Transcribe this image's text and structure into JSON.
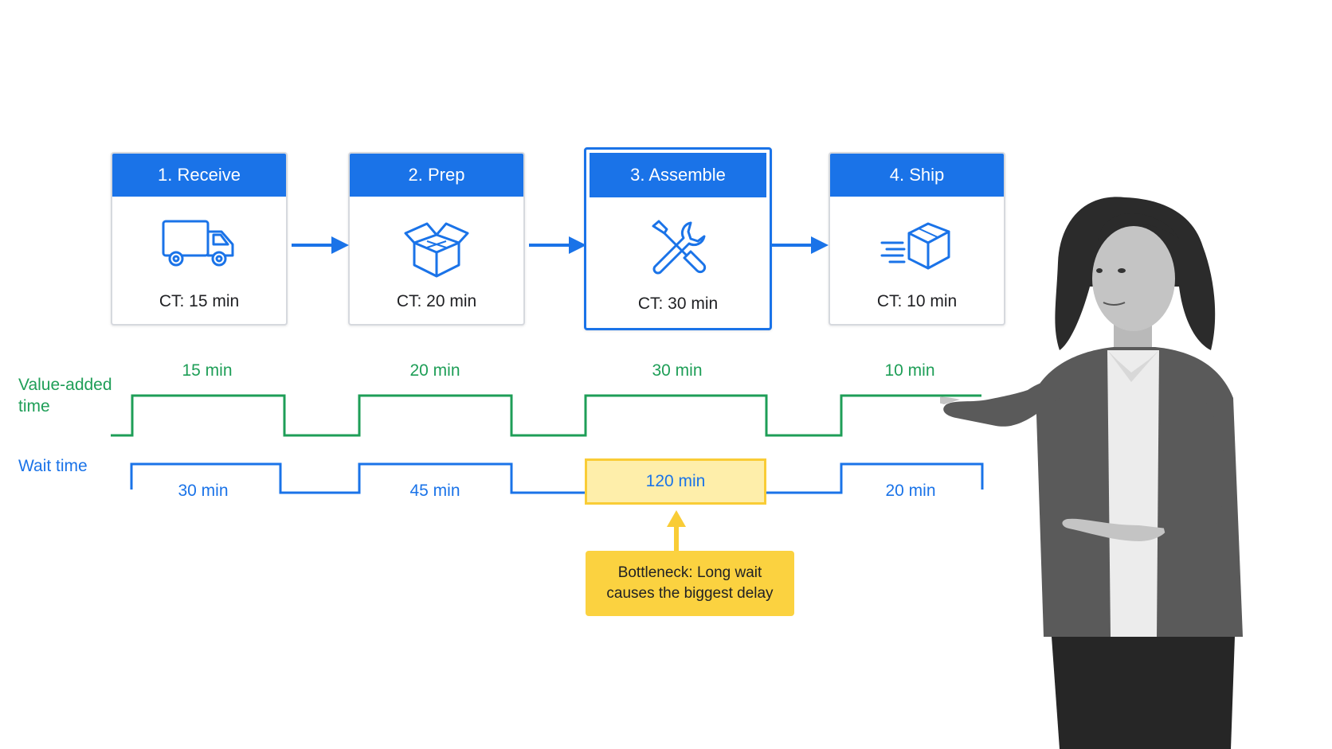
{
  "steps": [
    {
      "title": "1. Receive",
      "ct": "CT: 15 min",
      "icon": "truck-icon"
    },
    {
      "title": "2. Prep",
      "ct": "CT: 20 min",
      "icon": "open-box-icon"
    },
    {
      "title": "3. Assemble",
      "ct": "CT: 30 min",
      "icon": "tools-icon",
      "highlighted": true
    },
    {
      "title": "4. Ship",
      "ct": "CT: 10 min",
      "icon": "fast-package-icon"
    }
  ],
  "timeline": {
    "value_added_label": "Value-added time",
    "wait_label": "Wait time",
    "value_added": [
      "15 min",
      "20 min",
      "30 min",
      "10 min"
    ],
    "wait": [
      "30 min",
      "45 min",
      "120 min",
      "20 min"
    ]
  },
  "callout": {
    "line1": "Bottleneck: Long wait",
    "line2": "causes the biggest delay"
  },
  "colors": {
    "step_blue": "#1a73e8",
    "value_added_green": "#1e9e57",
    "wait_blue": "#1a73e8",
    "bottleneck_yellow": "#fbd240",
    "bottleneck_fill": "#feeeaa"
  }
}
